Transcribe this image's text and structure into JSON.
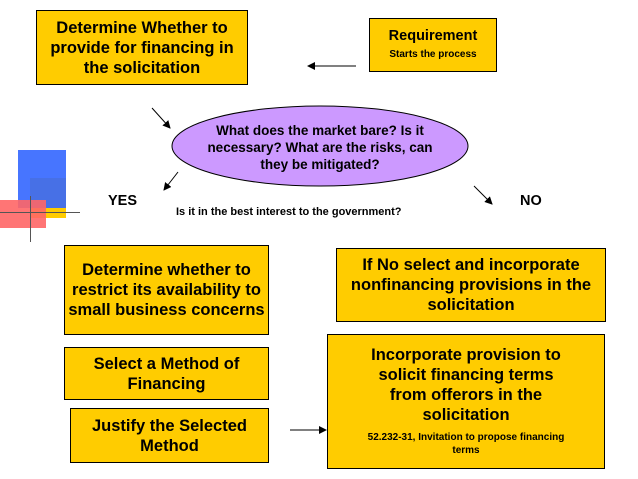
{
  "nodes": {
    "financing_decision": "Determine Whether to provide for financing in the solicitation",
    "requirement_title": "Requirement",
    "requirement_sub": "Starts the process",
    "market_question": "What does the market bare? Is it necessary? What are the risks, can they be mitigated?",
    "yes_label": "YES",
    "no_label": "NO",
    "interest_question": "Is it in the best interest to the government?",
    "restrict_availability": "Determine whether to restrict its availability to small business concerns",
    "no_select": "If No select and incorporate nonfinancing provisions in the solicitation",
    "select_method": "Select a Method of Financing",
    "incorporate_provision": "Incorporate provision to solicit financing terms from offerors in the solicitation",
    "incorporate_ref": "52.232-31, Invitation to propose financing terms",
    "justify_method": "Justify the Selected Method"
  },
  "colors": {
    "box_fill": "#ffcc00",
    "ellipse_fill": "#cc99ff",
    "deco_blue": "#3366ff",
    "deco_red": "#ff6666",
    "deco_yellow": "#ffcc00"
  }
}
